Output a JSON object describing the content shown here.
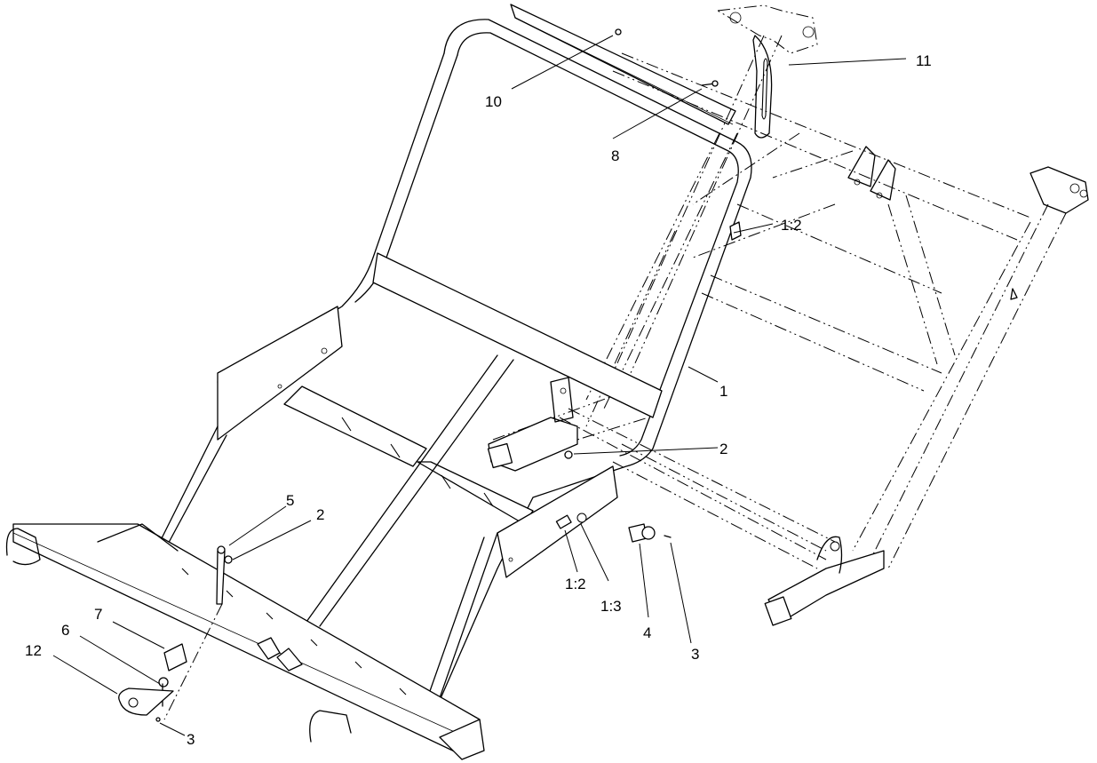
{
  "callouts": {
    "c1": "1",
    "c2a": "2",
    "c2b": "2",
    "c3a": "3",
    "c3b": "3",
    "c4": "4",
    "c5": "5",
    "c6": "6",
    "c7": "7",
    "c8": "8",
    "c10": "10",
    "c11": "11",
    "c12": "12",
    "c12_top": "1:2",
    "c12_bottom": "1:2",
    "c13": "1:3"
  }
}
